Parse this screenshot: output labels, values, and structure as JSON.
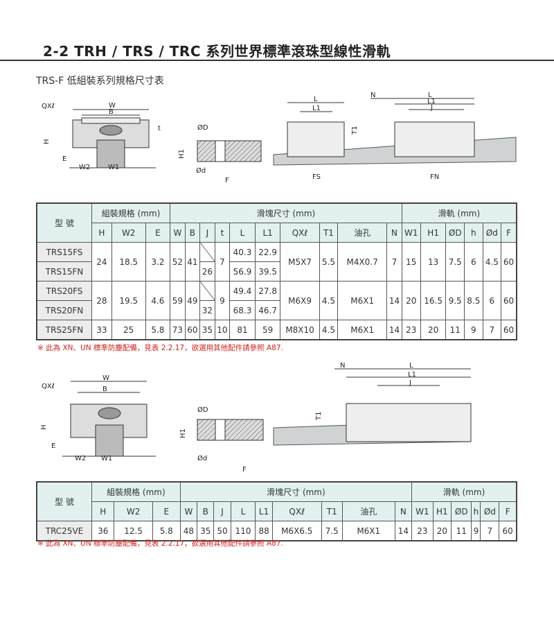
{
  "title": "2-2 TRH / TRS / TRC 系列世界標準滾珠型線性滑軌",
  "subtitle": "TRS-F 低組裝系列規格尺寸表",
  "labels": {
    "qxl": "QXℓ",
    "w": "W",
    "b": "B",
    "h": "H",
    "e": "E",
    "w2": "W2",
    "w1": "W1",
    "od": "ØD",
    "h1": "H1",
    "sd": "Ød",
    "f": "F",
    "l": "L",
    "l1": "L1",
    "n": "N",
    "t1": "T1",
    "j": "J",
    "t": "t",
    "fs": "FS",
    "fn": "FN"
  },
  "table1": {
    "groups": {
      "model": "型 號",
      "assembly": "組裝規格 (mm)",
      "block": "滑塊尺寸 (mm)",
      "rail": "滑軌 (mm)"
    },
    "cols": [
      "H",
      "W2",
      "E",
      "W",
      "B",
      "J",
      "t",
      "L",
      "L1",
      "QXℓ",
      "T1",
      "油孔",
      "N",
      "W1",
      "H1",
      "ØD",
      "h",
      "Ød",
      "F"
    ],
    "rows": [
      {
        "model": "TRS15FS",
        "H": "24",
        "W2": "18.5",
        "E": "3.2",
        "W": "52",
        "B": "41",
        "J": "",
        "t": "7",
        "L": "40.3",
        "L1": "22.9",
        "QX": "M5X7",
        "T1": "5.5",
        "oil": "M4X0.7",
        "N": "7",
        "W1": "15",
        "H1": "13",
        "OD": "7.5",
        "h": "6",
        "Od": "4.5",
        "F": "60"
      },
      {
        "model": "TRS15FN",
        "J": "26",
        "L": "56.9",
        "L1": "39.5"
      },
      {
        "model": "TRS20FS",
        "H": "28",
        "W2": "19.5",
        "E": "4.6",
        "W": "59",
        "B": "49",
        "J": "",
        "t": "9",
        "L": "49.4",
        "L1": "27.8",
        "QX": "M6X9",
        "T1": "4.5",
        "oil": "M6X1",
        "N": "14",
        "W1": "20",
        "H1": "16.5",
        "OD": "9.5",
        "h": "8.5",
        "Od": "6",
        "F": "60"
      },
      {
        "model": "TRS20FN",
        "J": "32",
        "L": "68.3",
        "L1": "46.7"
      },
      {
        "model": "TRS25FN",
        "H": "33",
        "W2": "25",
        "E": "5.8",
        "W": "73",
        "B": "60",
        "J": "35",
        "t": "10",
        "L": "81",
        "L1": "59",
        "QX": "M8X10",
        "T1": "4.5",
        "oil": "M6X1",
        "N": "14",
        "W1": "23",
        "H1": "20",
        "OD": "11",
        "h": "9",
        "Od": "7",
        "F": "60"
      }
    ]
  },
  "note1": "※ 此為 XN、UN 標準防塵配備，見表 2.2.17，欲選用其他配件請參照 A87.",
  "table2": {
    "groups": {
      "model": "型 號",
      "assembly": "組裝規格 (mm)",
      "block": "滑塊尺寸 (mm)",
      "rail": "滑軌 (mm)"
    },
    "cols": [
      "H",
      "W2",
      "E",
      "W",
      "B",
      "J",
      "L",
      "L1",
      "QXℓ",
      "T1",
      "油孔",
      "N",
      "W1",
      "H1",
      "ØD",
      "h",
      "Ød",
      "F"
    ],
    "row": {
      "model": "TRC25VE",
      "H": "36",
      "W2": "12.5",
      "E": "5.8",
      "W": "48",
      "B": "35",
      "J": "50",
      "L": "110",
      "L1": "88",
      "QX": "M6X6.5",
      "T1": "7.5",
      "oil": "M6X1",
      "N": "14",
      "W1": "23",
      "H1": "20",
      "OD": "11",
      "h": "9",
      "Od": "7",
      "F": "60"
    }
  },
  "note2": "※ 此為 XN、UN 標準防塵配備，見表 2.2.17，欲選用其他配件請參照 A87.",
  "colors": {
    "header": "#e2f1f0",
    "model": "#ececec",
    "note": "#d0201c"
  }
}
